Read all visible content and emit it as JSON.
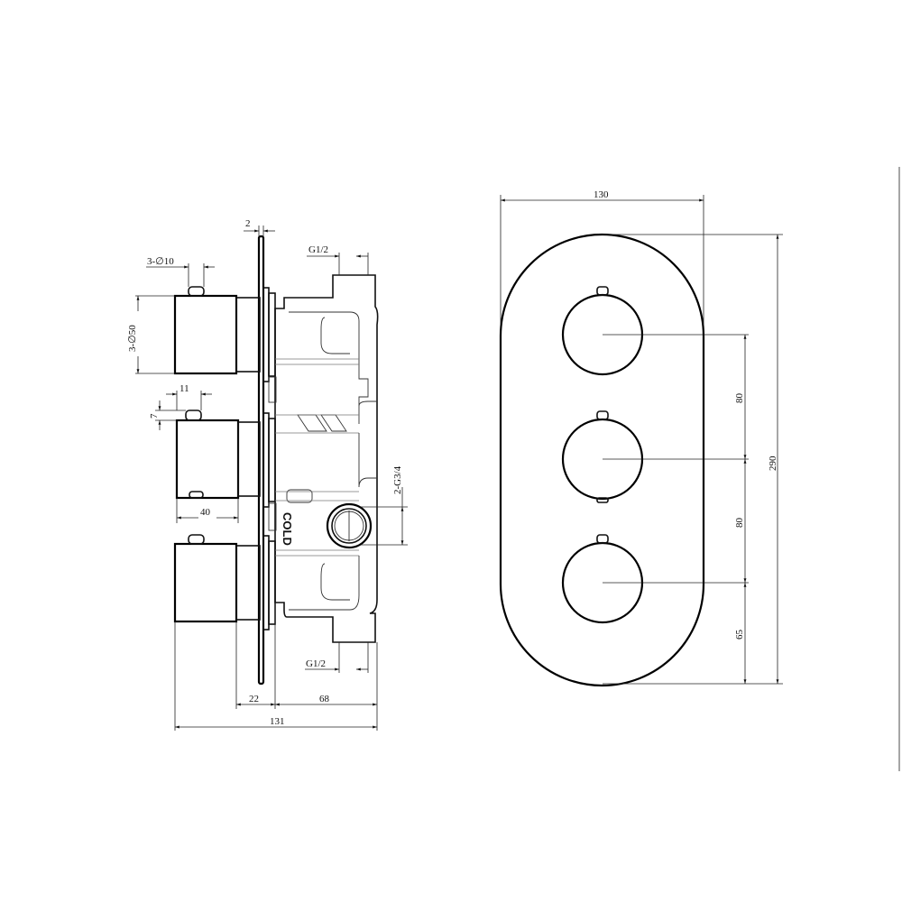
{
  "side_view": {
    "dimensions": {
      "plate_thickness": "2",
      "outlet_top": "G1/2",
      "pin_diameter": "3-∅10",
      "knob_diameter": "3-∅50",
      "pin_width": "11",
      "pin_height": "7",
      "knob_length": "40",
      "cold_inlet": "2-G3/4",
      "outlet_bottom": "G1/2",
      "collar_depth": "22",
      "body_depth": "68",
      "overall_depth": "131"
    },
    "cold_label": "COLD"
  },
  "front_view": {
    "dimensions": {
      "plate_width": "130",
      "plate_height": "290",
      "spacing_upper": "80",
      "spacing_lower": "80",
      "bottom_offset": "65"
    }
  }
}
